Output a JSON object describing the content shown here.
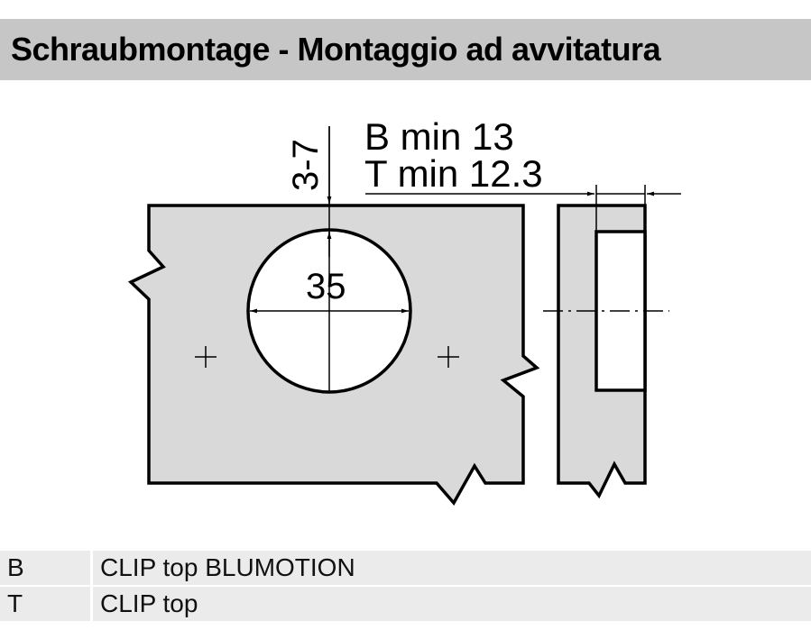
{
  "header": {
    "title": "Schraubmontage - Montaggio ad avvitatura"
  },
  "drawing": {
    "depth_dimension": "3-7",
    "distance_label_b": "B min 13",
    "distance_label_t": "T min 12.3",
    "bore_diameter": "35",
    "colors": {
      "panel_fill": "#d9d9d9",
      "outline": "#000000",
      "bore_fill": "#ffffff"
    }
  },
  "legend": {
    "rows": [
      {
        "key": "B",
        "value": "CLIP top BLUMOTION"
      },
      {
        "key": "T",
        "value": "CLIP top"
      }
    ]
  }
}
